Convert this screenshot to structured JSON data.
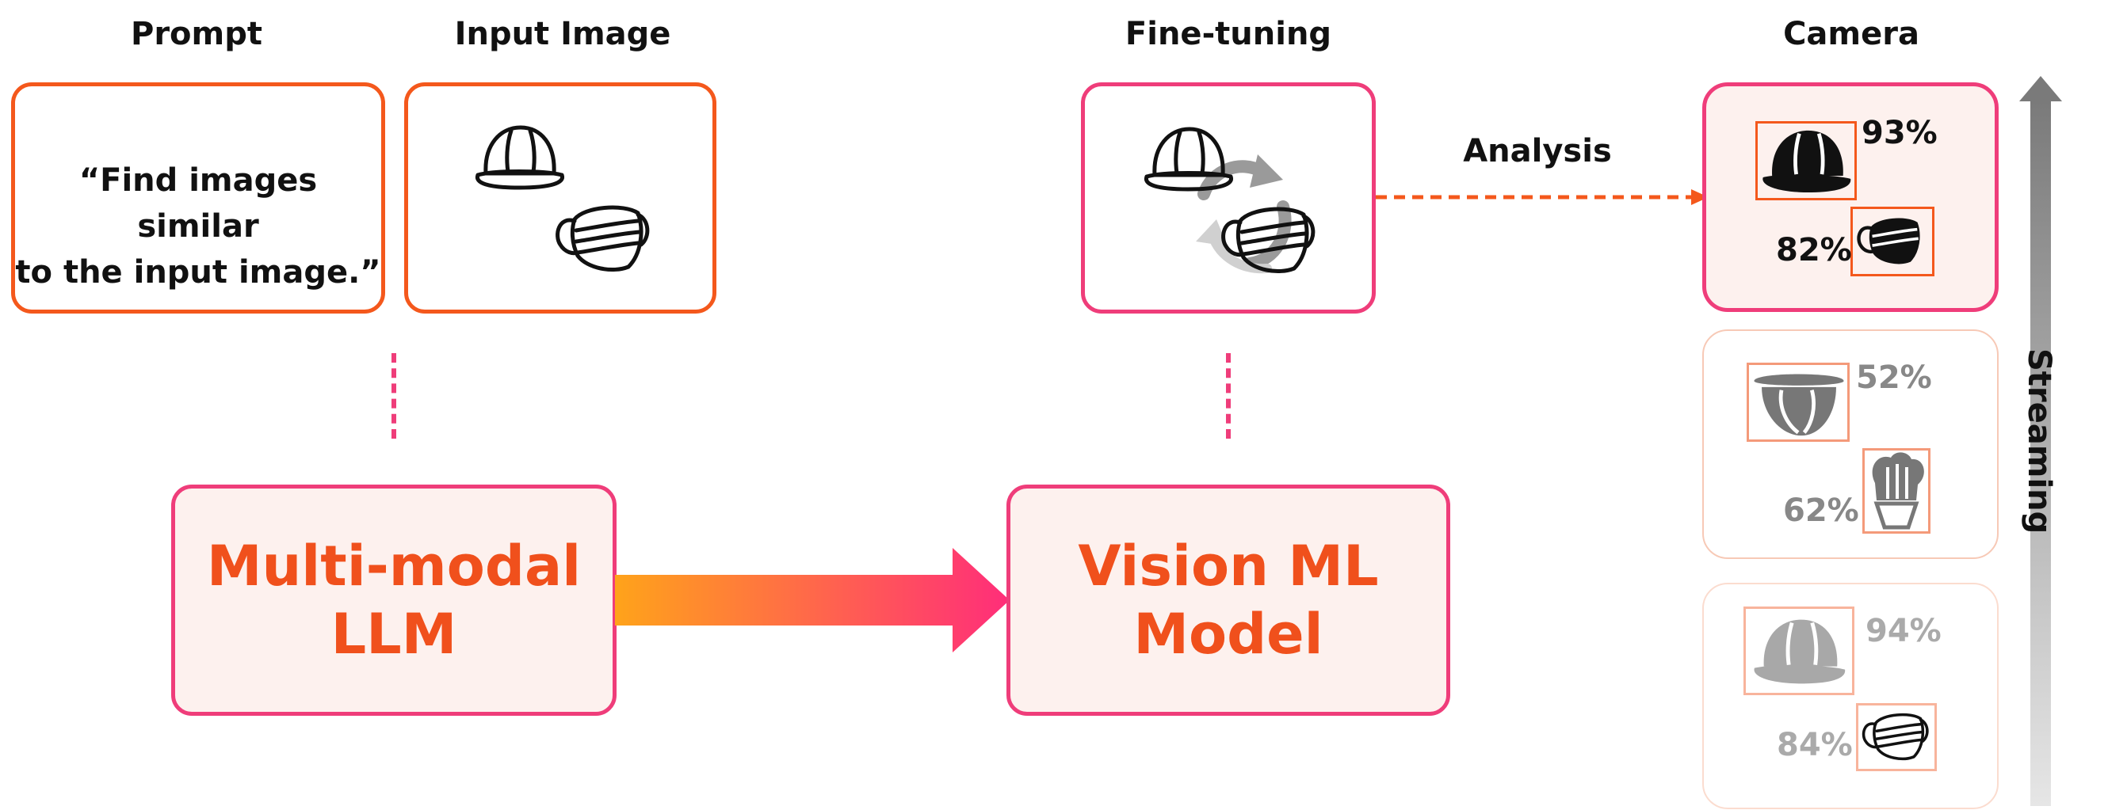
{
  "headers": {
    "prompt": "Prompt",
    "input_image": "Input Image",
    "fine_tuning": "Fine-tuning",
    "camera": "Camera"
  },
  "prompt_box": {
    "line1": "“Find images similar",
    "line2": "to the input image.”"
  },
  "llm_box": {
    "line1": "Multi-modal",
    "line2": "LLM"
  },
  "vision_box": {
    "line1": "Vision ML",
    "line2": "Model"
  },
  "analysis_label": "Analysis",
  "streaming_label": "Streaming",
  "camera_frames": [
    {
      "helmet_pct": "93%",
      "mask_pct": "82%"
    },
    {
      "helmet_pct": "52%",
      "mask_pct": "62%"
    },
    {
      "helmet_pct": "94%",
      "mask_pct": "84%"
    }
  ],
  "colors": {
    "orange": "#f4581c",
    "pink": "#ef3d7a",
    "box_fill": "#fdf1ee",
    "gradient_start": "#ffa31a",
    "gradient_end": "#ff2d7a"
  },
  "icons": [
    "hard-hat-icon",
    "face-mask-icon",
    "chef-hat-icon",
    "refresh-arrows-icon"
  ]
}
